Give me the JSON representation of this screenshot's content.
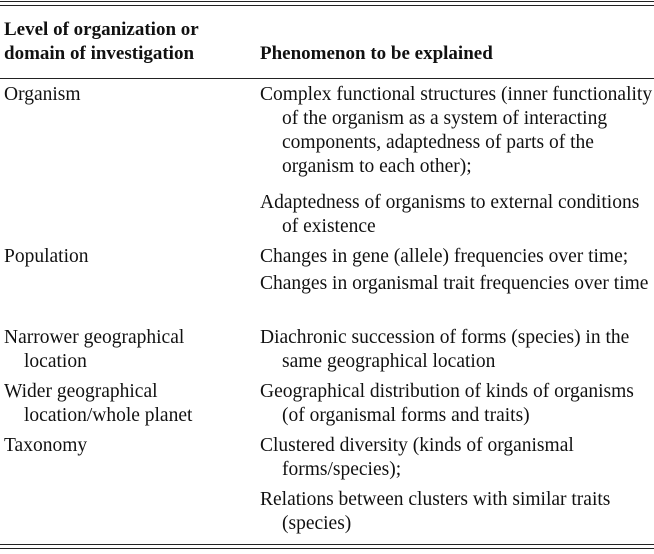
{
  "header": {
    "col1": "Level of organization or domain of investigation",
    "col2": "Phenomenon to be explained"
  },
  "rows": [
    {
      "level": "Organism",
      "phenomena": [
        "Complex functional structures (inner functionality of the organism as a system of interacting components, adaptedness of parts of the organism to each other);",
        "Adaptedness of organisms to external conditions of existence"
      ]
    },
    {
      "level": "Population",
      "phenomena": [
        "Changes in gene (allele) frequencies over time;",
        "Changes in organismal trait frequencies over time"
      ]
    },
    {
      "level": "Narrower geographical location",
      "phenomena": [
        "Diachronic succession of forms (species) in the same geographical location"
      ]
    },
    {
      "level": "Wider geographical location/whole planet",
      "phenomena": [
        "Geographical distribution of kinds of organisms (of organismal forms and traits)"
      ]
    },
    {
      "level": "Taxonomy",
      "phenomena": [
        "Clustered diversity (kinds of organismal forms/species);",
        "Relations between clusters with similar traits (species)"
      ]
    }
  ]
}
